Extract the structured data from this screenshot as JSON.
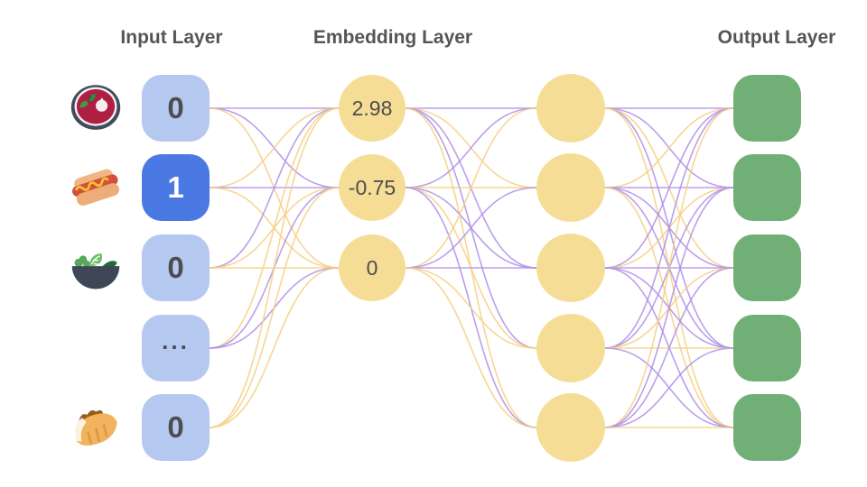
{
  "titles": {
    "input": "Input Layer",
    "embedding": "Embedding Layer",
    "output": "Output Layer"
  },
  "colors": {
    "edge_purple": "#AE8FE8",
    "edge_yellow": "#F6CF82",
    "input_fill": "#B5C8F0",
    "input_active_fill": "#4B79E4",
    "node_text": "#4D4D4D",
    "active_text": "#FFFFFF",
    "embedding_fill": "#F6DD96",
    "hidden_fill": "#F6DD96",
    "output_fill": "#70B077",
    "title_text": "#555555"
  },
  "input_layer": {
    "nodes": [
      {
        "value": "0",
        "active": false,
        "icon": "borscht-bowl-icon"
      },
      {
        "value": "1",
        "active": true,
        "icon": "hotdog-icon"
      },
      {
        "value": "0",
        "active": false,
        "icon": "salad-bowl-icon"
      },
      {
        "value": "...",
        "active": false,
        "icon": null
      },
      {
        "value": "0",
        "active": false,
        "icon": "pita-icon"
      }
    ]
  },
  "embedding_layer": {
    "nodes": [
      {
        "value": "2.98"
      },
      {
        "value": "-0.75"
      },
      {
        "value": "0"
      }
    ]
  },
  "hidden_layer": {
    "count": 5
  },
  "output_layer": {
    "count": 5
  },
  "edges": {
    "input_to_embedding": [
      [
        "P",
        "P",
        "Y"
      ],
      [
        "Y",
        "P",
        "Y"
      ],
      [
        "P",
        "Y",
        "Y"
      ],
      [
        "Y",
        "P",
        "P"
      ],
      [
        "Y",
        "Y",
        "Y"
      ]
    ],
    "embedding_to_hidden": [
      [
        "P",
        "Y",
        "P",
        "P",
        "Y"
      ],
      [
        "P",
        "Y",
        "P",
        "Y",
        "P"
      ],
      [
        "Y",
        "P",
        "P",
        "Y",
        "Y"
      ]
    ],
    "hidden_to_output": [
      [
        "P",
        "P",
        "Y",
        "P",
        "Y"
      ],
      [
        "Y",
        "P",
        "P",
        "P",
        "Y"
      ],
      [
        "P",
        "Y",
        "P",
        "P",
        "P"
      ],
      [
        "P",
        "P",
        "Y",
        "Y",
        "P"
      ],
      [
        "Y",
        "P",
        "P",
        "P",
        "Y"
      ]
    ]
  }
}
